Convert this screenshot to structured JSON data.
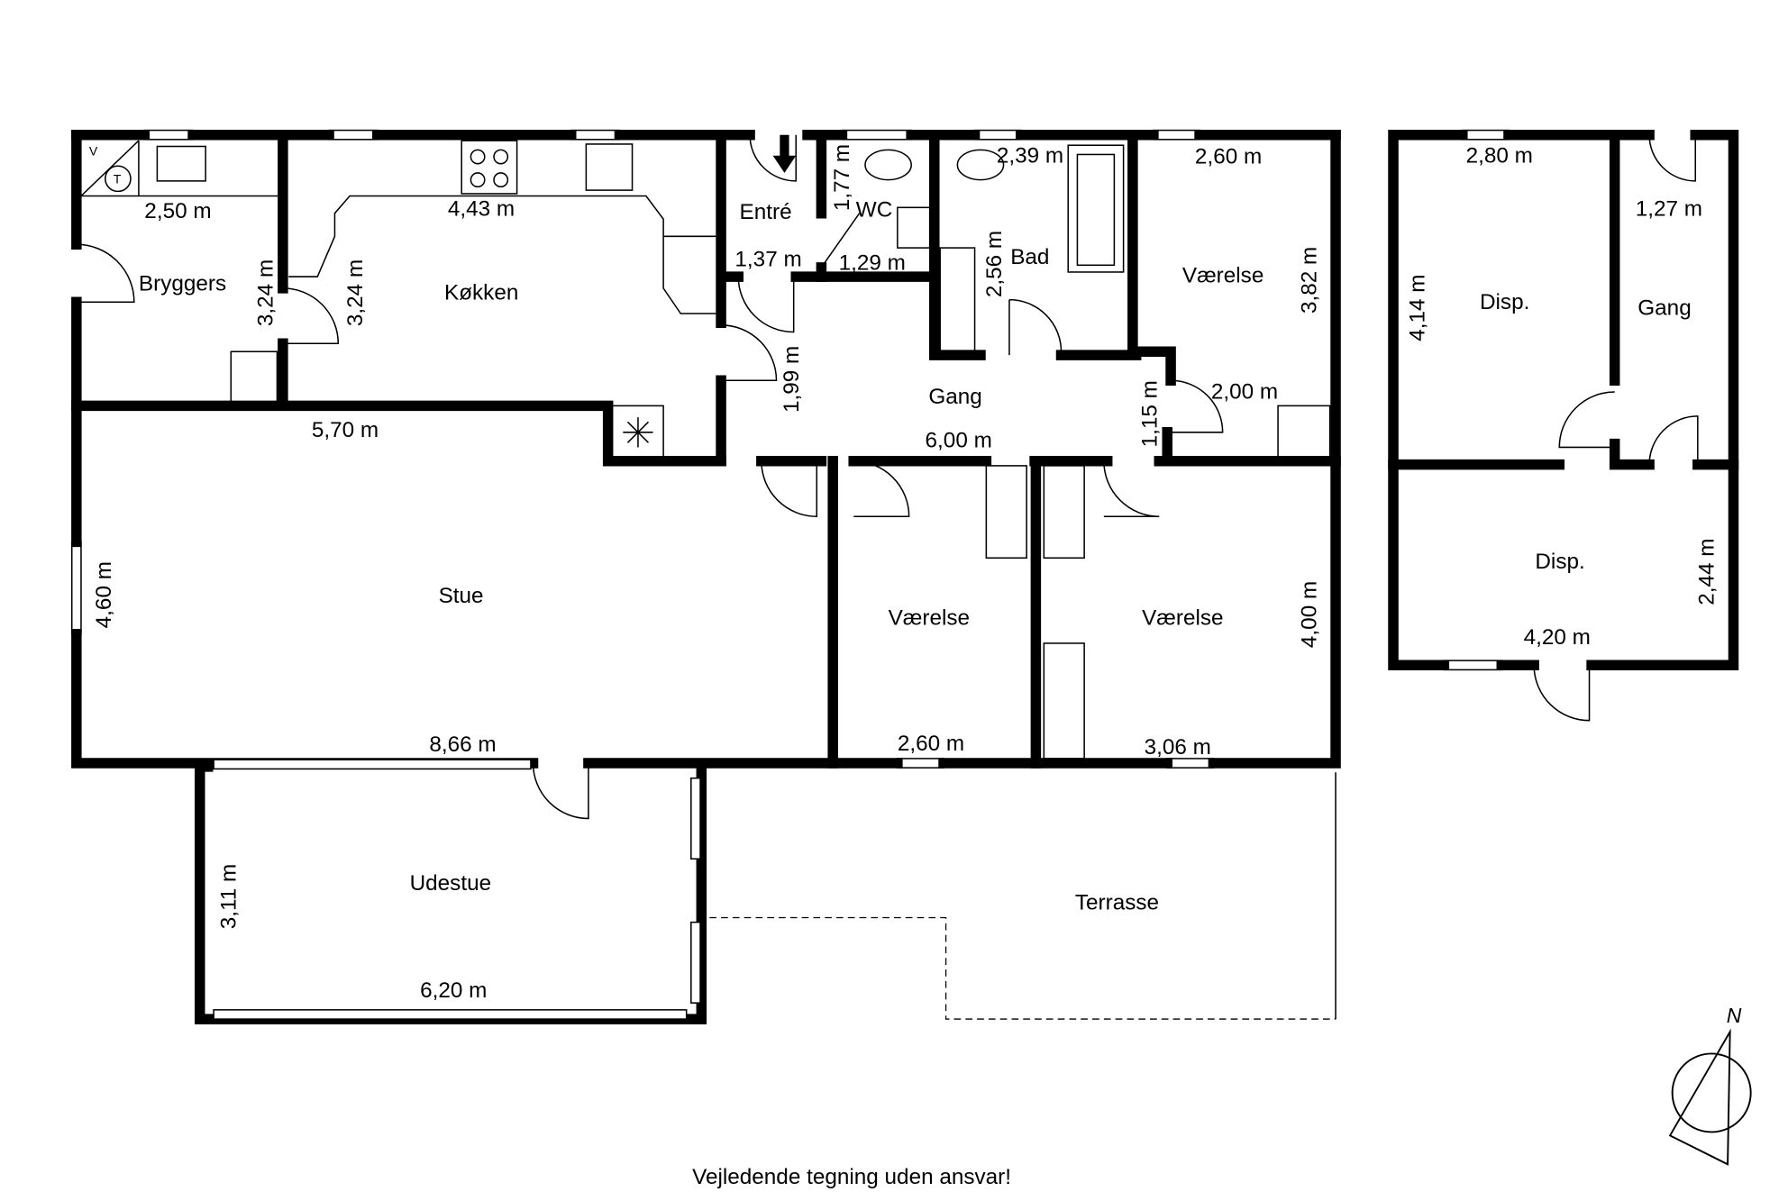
{
  "rooms": {
    "bryggers": "Bryggers",
    "kokken": "Køkken",
    "entre": "Entré",
    "wc": "WC",
    "bad": "Bad",
    "vaerelse1": "Værelse",
    "gang": "Gang",
    "stue": "Stue",
    "vaerelse2": "Værelse",
    "vaerelse3": "Værelse",
    "udestue": "Udestue",
    "terrasse": "Terrasse",
    "disp1": "Disp.",
    "gang2": "Gang",
    "disp2": "Disp."
  },
  "dimensions": {
    "bryggers_w": "2,50 m",
    "bryggers_h": "3,24 m",
    "kokken_w": "4,43 m",
    "kokken_h": "3,24 m",
    "entre_w": "1,37 m",
    "entre_h": "1,99 m",
    "wc_h": "1,77 m",
    "wc_w": "1,29 m",
    "bad_w": "2,39 m",
    "bad_h": "2,56 m",
    "vaerelse1_w": "2,60 m",
    "vaerelse1_h": "3,82 m",
    "gang_w": "6,00 m",
    "gang_h": "1,15 m",
    "gang_closet": "2,00 m",
    "stue_top": "5,70 m",
    "stue_h": "4,60 m",
    "stue_w": "8,66 m",
    "vaerelse2_w": "2,60 m",
    "vaerelse3_w": "3,06 m",
    "vaerelse3_h": "4,00 m",
    "udestue_h": "3,11 m",
    "udestue_w": "6,20 m",
    "disp1_w": "2,80 m",
    "disp1_h": "4,14 m",
    "gang2_w": "1,27 m",
    "disp2_w": "4,20 m",
    "disp2_h": "2,44 m"
  },
  "appliances": {
    "washer": "V",
    "dryer": "T"
  },
  "compass": {
    "north": "N"
  },
  "footer": "Vejledende tegning uden ansvar!"
}
